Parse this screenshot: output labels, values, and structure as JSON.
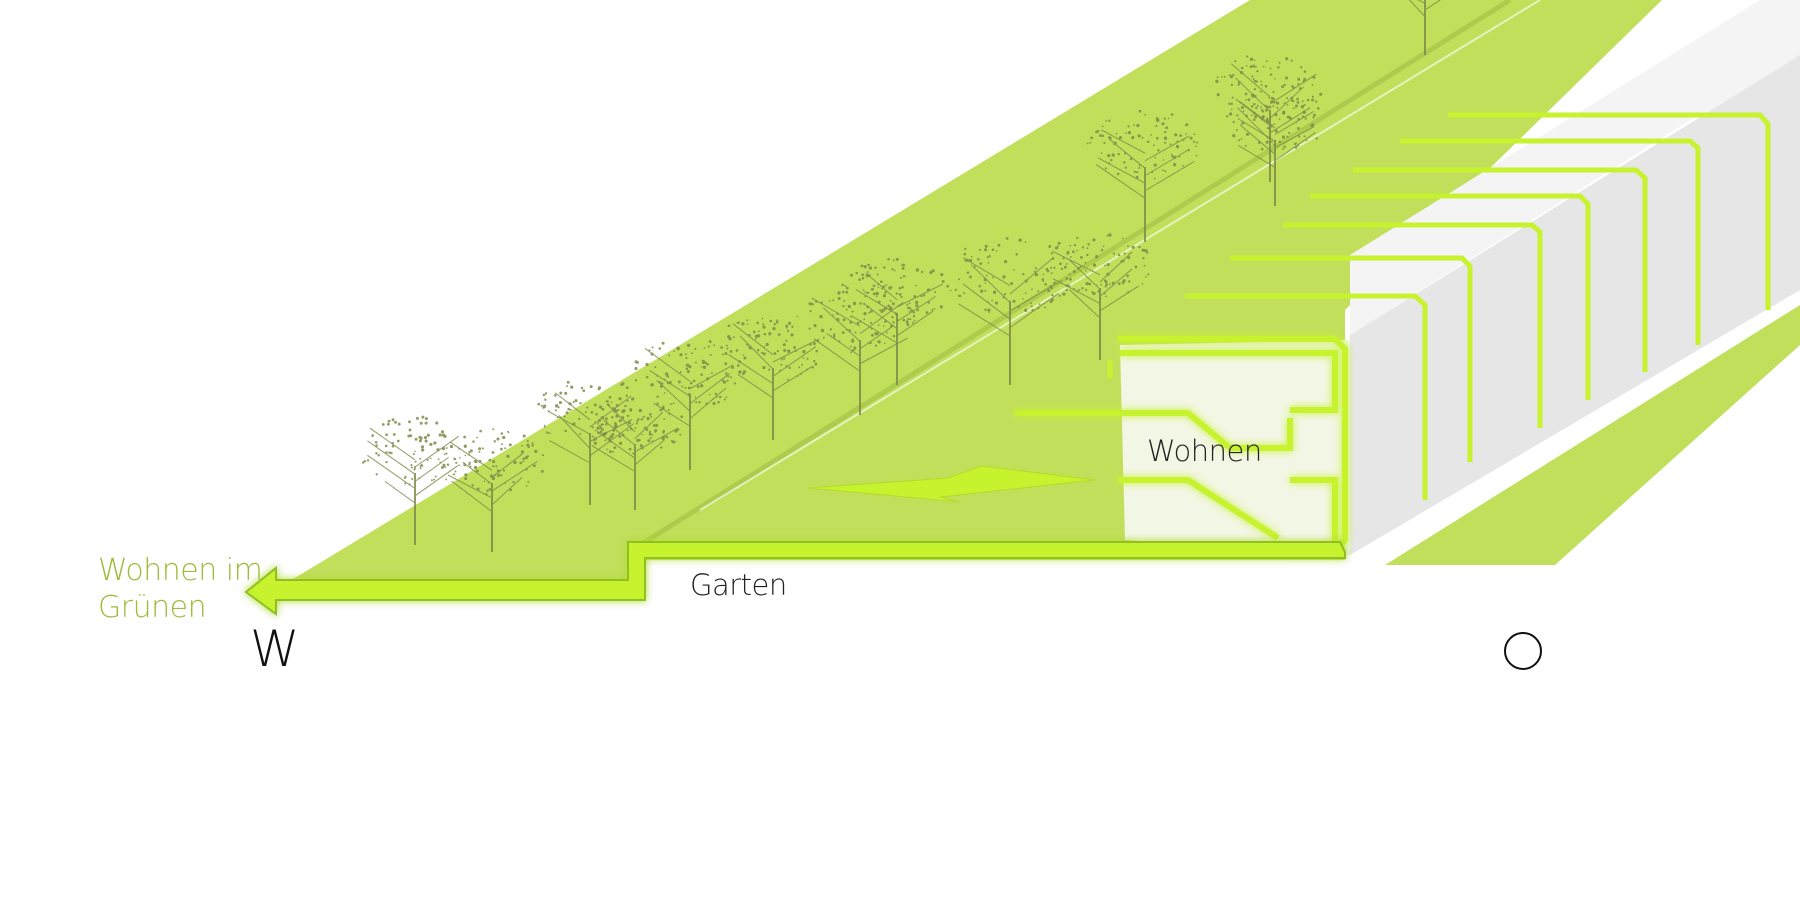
{
  "labels": {
    "wohnen_im_gruenen_line1": "Wohnen im",
    "wohnen_im_gruenen_line2": "Grünen",
    "garten": "Garten",
    "wohnen": "Wohnen",
    "west": "W",
    "east": "O"
  },
  "colors": {
    "ground_green": "#c2df5c",
    "arrow_lime": "#c6f22e",
    "arrow_outline": "#8fbf22",
    "building_light": "#f4f4f4",
    "building_shade": "#e6e6e6",
    "tree_stroke": "#7d8b4a",
    "label_green": "#9bbd3a"
  },
  "icons": [
    "tree-icon",
    "arrow-left-icon",
    "arrow-right-icon"
  ]
}
